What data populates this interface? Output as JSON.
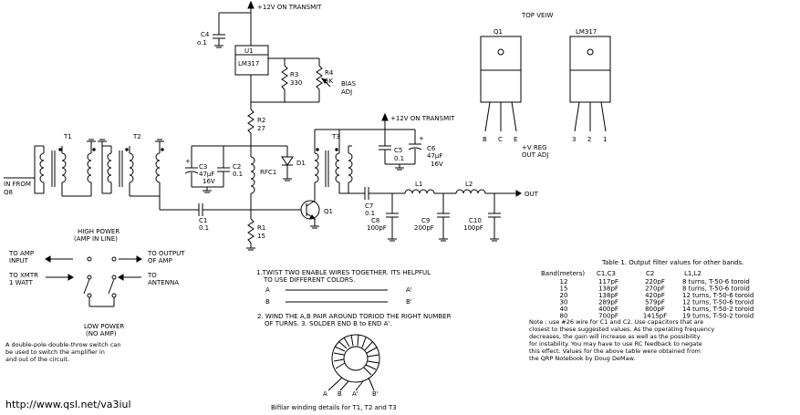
{
  "supply": {
    "top": "+12V ON TRANSMIT",
    "mid": "+12V ON TRANSMIT"
  },
  "components": {
    "c4": [
      "C4",
      "o.1"
    ],
    "u1": [
      "U1",
      "LM317"
    ],
    "r3": [
      "R3",
      "330"
    ],
    "r4": [
      "R4",
      "5K"
    ],
    "bias": [
      "BIAS",
      "ADJ"
    ],
    "r2": [
      "R2",
      "27"
    ],
    "c3": [
      "C3",
      "47µF",
      "16V"
    ],
    "c2": [
      "C2",
      "0.1"
    ],
    "rfc1": "RFC1",
    "d1": "D1",
    "c1": [
      "C1",
      "0.1"
    ],
    "r1": [
      "R1",
      "15"
    ],
    "q1": "Q1",
    "t1": "T1",
    "t2": "T2",
    "t3": "T3",
    "c5": [
      "C5",
      "0.1"
    ],
    "c6": [
      "C6",
      "47µF",
      "16V"
    ],
    "c7": [
      "C7",
      "0.1"
    ],
    "l1": "L1",
    "l2": "L2",
    "c8": [
      "C8",
      "100pF"
    ],
    "c9": [
      "C9",
      "200pF"
    ],
    "c10": [
      "C10",
      "100pF"
    ],
    "in_label": [
      "IN FROM",
      "Q8"
    ],
    "out_label": "OUT"
  },
  "topview": {
    "title": "TOP VEIW",
    "q1_label": "Q1",
    "lm_label": "LM317",
    "q1_pins": [
      "B",
      "C",
      "E"
    ],
    "lm_pins": [
      "3",
      "2",
      "1"
    ],
    "lm_caption": [
      "+V REG",
      "OUT ADJ"
    ]
  },
  "switch": {
    "high_power": [
      "HIGH POWER",
      "(AMP IN LINE)"
    ],
    "to_amp_input": [
      "TO AMP",
      "INPUT"
    ],
    "to_output_amp": [
      "TO OUTPUT",
      "OF AMP"
    ],
    "to_xmtr": [
      "TO XMTR",
      "1 WATT"
    ],
    "to_antenna": [
      "TO",
      "ANTENNA"
    ],
    "low_power": [
      "LOW POWER",
      "(NO AMP)"
    ],
    "caption": [
      "A double-pole double-throw switch can",
      "be used to switch the amplifier in",
      "and out of the circuit."
    ]
  },
  "winding": {
    "step1": [
      "1.TWIST TWO ENABLE WIRES TOGETHER. ITS HELPFUL",
      "TO USE DIFFERENT COLORS."
    ],
    "wire_a": "A",
    "wire_a2": "A'",
    "wire_b": "B",
    "wire_b2": "B'",
    "step2": [
      "2. WIND THE A,B PAIR AROUND TORIOD THE RIGHT NUMBER",
      "OF TURNS. 3. SOLDER END B to END A'."
    ],
    "toroid_labels": [
      "A",
      "B",
      "A'",
      "B'"
    ],
    "caption": "Bifilar winding details for T1, T2 and T3"
  },
  "filter_table": {
    "title": "Table 1. Output filter values for other bands.",
    "headers": [
      "Band(meters)",
      "C1,C3",
      "C2",
      "L1,L2"
    ],
    "rows": [
      [
        "12",
        "117pF",
        "220pF",
        "8 turns, T-50-6 toroid"
      ],
      [
        "15",
        "138pF",
        "270pF",
        "8 turns, T-50-6 toroid"
      ],
      [
        "20",
        "138pF",
        "420pF",
        "12 turns, T-50-6 toroid"
      ],
      [
        "30",
        "289pF",
        "579pF",
        "12 turns, T-50-6 toroid"
      ],
      [
        "40",
        "400pF",
        "800pF",
        "14 turns, T-50-2 toroid"
      ],
      [
        "80",
        "700pF",
        "1415pF",
        "19 turns, T-50-2 toroid"
      ]
    ],
    "note": [
      "Note : use #26 wire for C1 and C2. Use capacitors that are",
      "closest to these suggested values. As the operating frequency",
      "decreases, the gain will increase as well as the possibility",
      "for instability. You may have to use RC feedback to negate",
      "this effect. Values for the above table were obtained from",
      "the QRP Notebook by Doug DeMaw."
    ]
  },
  "footer": {
    "url": "http://www.qsl.net/va3iul"
  }
}
